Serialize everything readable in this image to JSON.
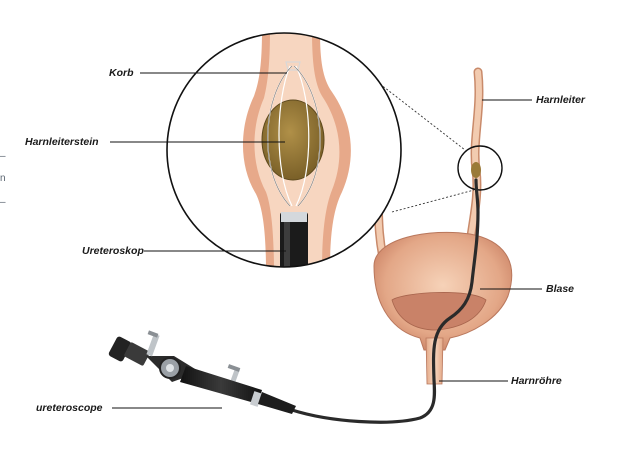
{
  "labels": {
    "korb": "Korb",
    "harnleiterstein": "Harnleiterstein",
    "ureteroskop": "Ureteroskop",
    "harnleiter": "Harnleiter",
    "blase": "Blase",
    "harnroehre": "Harnröhre",
    "ureteroscope": "ureteroscope"
  },
  "cropped_text": [
    "–",
    "n",
    "–"
  ],
  "colors": {
    "tissue": "#f2c7a8",
    "tissue_edge": "#c98a6a",
    "stone": "#8a7030",
    "scope": "#2a2a2a",
    "leader": "#111111"
  }
}
